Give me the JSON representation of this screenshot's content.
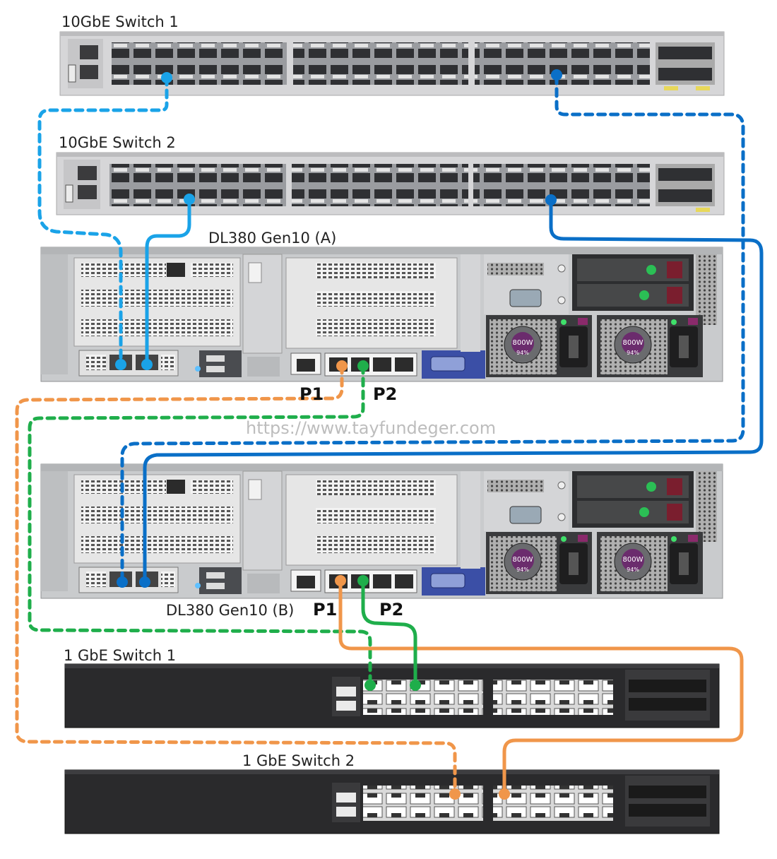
{
  "labels": {
    "sw10_1": "10GbE Switch 1",
    "sw10_2": "10GbE Switch 2",
    "server_a": "DL380 Gen10 (A)",
    "server_b": "DL380 Gen10 (B)",
    "sw1_1": "1 GbE Switch 1",
    "sw1_2": "1 GbE Switch 2",
    "p1_a": "P1",
    "p2_a": "P2",
    "p1_b": "P1",
    "p2_b": "P2",
    "psu_a1": "800W",
    "psu_a2": "800W",
    "psu_b1": "800W",
    "psu_b2": "800W",
    "eff": "94%",
    "watermark": "https://www.tayfundeger.com"
  },
  "colors": {
    "light_blue": "#1aa3e8",
    "dark_blue": "#0a6fc7",
    "orange": "#f0964a",
    "green": "#1fae4b",
    "switch_10g": "#d6d6d8",
    "switch_1g": "#2a2a2c",
    "server": "#c9cbcd"
  }
}
